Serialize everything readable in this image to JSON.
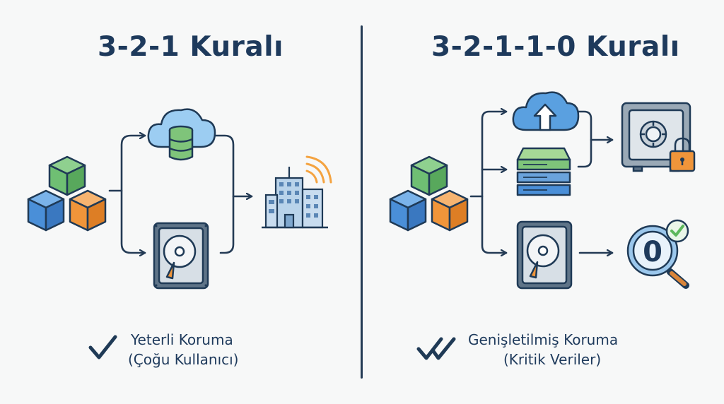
{
  "left": {
    "title": "3-2-1 Kuralı",
    "caption_line1": "Yeterli Koruma",
    "caption_line2": "(Çoğu Kullanıcı)"
  },
  "right": {
    "title": "3-2-1-1-0 Kuralı",
    "caption_line1": "Genişletilmiş Koruma",
    "caption_line2": "(Kritik Veriler)",
    "verify_digit": "0"
  },
  "icons": [
    "data-cubes-icon",
    "cloud-database-icon",
    "hard-drive-icon",
    "office-building-icon",
    "cloud-upload-icon",
    "server-stack-icon",
    "safe-vault-icon",
    "padlock-icon",
    "magnifier-zero-icon",
    "check-badge-icon",
    "checkmark-icon",
    "double-checkmark-icon"
  ],
  "colors": {
    "navy": "#243b55",
    "cube_green": "#6fbf73",
    "cube_blue": "#4a8fd8",
    "cube_orange": "#f0953a",
    "cloud_blue": "#8ec4ef",
    "server_green": "#9bd08a",
    "server_blue": "#6aa3dc",
    "wifi_orange": "#f4a340",
    "check_green": "#5cb85c"
  }
}
